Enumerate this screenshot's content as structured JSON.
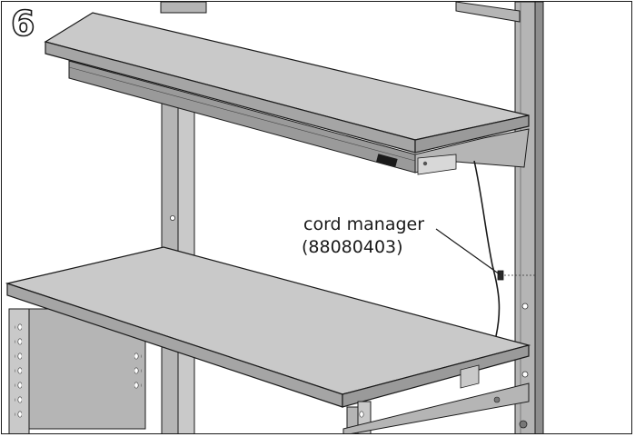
{
  "step": {
    "number": "6"
  },
  "callout": {
    "name": "cord manager",
    "part_number": "(88080403)"
  },
  "colors": {
    "panel_top": "#c9c9c9",
    "panel_front": "#9a9a9a",
    "post": "#b5b5b5",
    "post_dark": "#8e8e8e",
    "outline": "#1a1a1a"
  }
}
